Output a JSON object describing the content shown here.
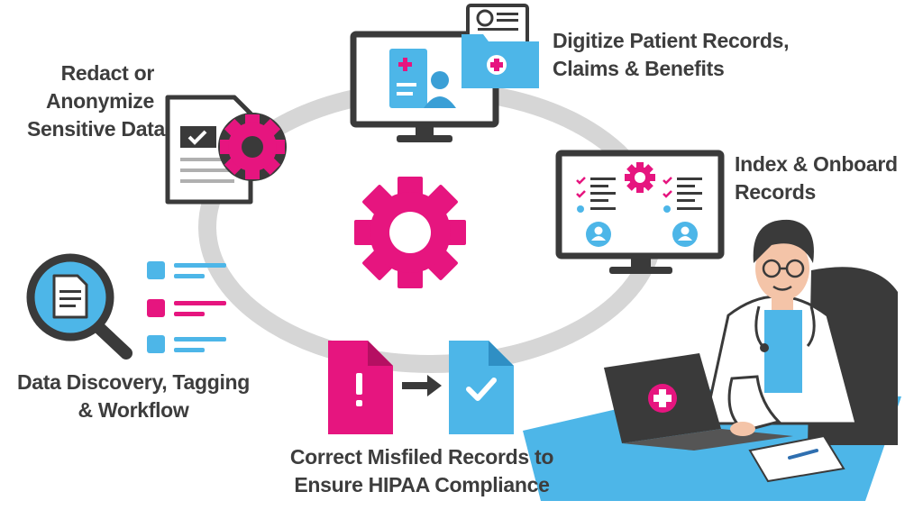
{
  "labels": {
    "digitize": {
      "line1": "Digitize Patient Records,",
      "line2": "Claims & Benefits"
    },
    "redact": {
      "line1": "Redact or",
      "line2": "Anonymize",
      "line3": "Sensitive Data"
    },
    "index": {
      "line1": "Index & Onboard",
      "line2": "Records"
    },
    "discovery": {
      "line1": "Data Discovery, Tagging",
      "line2": "& Workflow"
    },
    "correct": {
      "line1": "Correct Misfiled Records to",
      "line2": "Ensure HIPAA Compliance"
    }
  },
  "icons": {
    "cycle": "cycle-ring",
    "center": "gear-icon",
    "digitize": "monitor-patient-folder-icon",
    "redact": "document-gear-icon",
    "index": "monitor-records-list-icon",
    "discovery": "magnifier-document-icon",
    "correct": "document-alert-to-check-icon",
    "doctor": "doctor-at-laptop-illustration"
  },
  "colors": {
    "magenta": "#e6157f",
    "blue": "#4db6e8",
    "dark": "#3a3a3a",
    "ring": "#d6d6d6",
    "text": "#3d3d3d"
  }
}
